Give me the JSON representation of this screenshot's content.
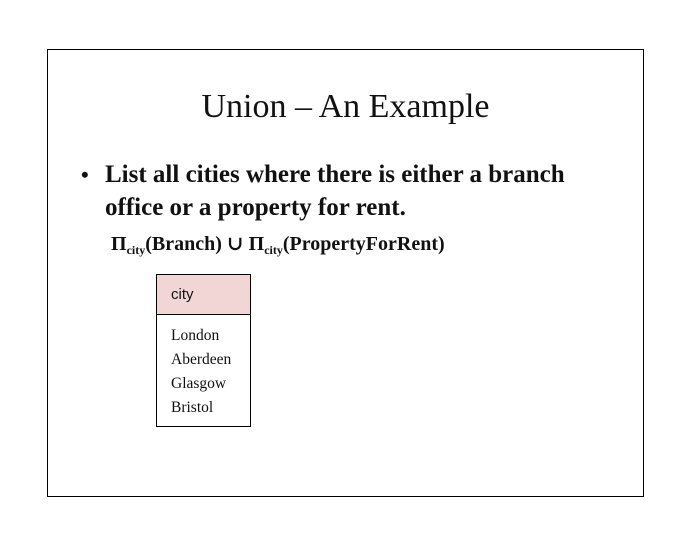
{
  "slide": {
    "title": "Union – An Example",
    "bullet": {
      "symbol": "•",
      "text": "List all cities where there is either a branch office or a property for rent."
    },
    "expression": {
      "pi_left": "Π",
      "sub_left": "city",
      "arg_left": "(Branch)",
      "union": "∪",
      "pi_right": "Π",
      "sub_right": "city",
      "arg_right": "(PropertyForRent)"
    },
    "result_table": {
      "header": "city",
      "rows": [
        "London",
        "Aberdeen",
        "Glasgow",
        "Bristol"
      ],
      "header_color": "#f2d6d6"
    }
  }
}
